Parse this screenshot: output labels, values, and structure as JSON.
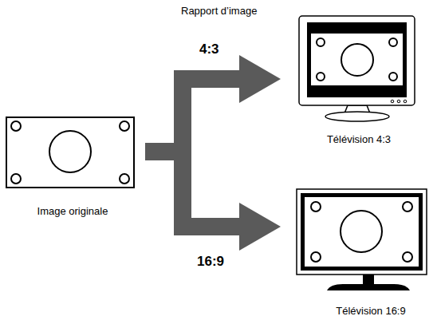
{
  "diagram": {
    "nodes": [
      {
        "text": [
          "Image originale"
        ]
      },
      {
        "text": [
          "Télévision 4:3"
        ]
      },
      {
        "text": [
          "Télévision 16:9"
        ]
      }
    ],
    "edges": [
      {
        "from": 0,
        "to": 1,
        "label": "4:3",
        "arrow": "to"
      },
      {
        "from": 0,
        "to": 2,
        "label": "16:9",
        "arrow": "to"
      }
    ],
    "labels": [
      "Rapport d’image"
    ]
  }
}
